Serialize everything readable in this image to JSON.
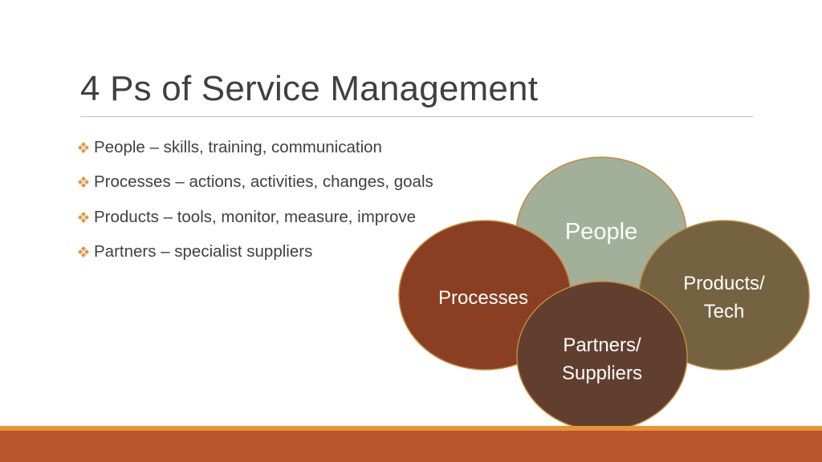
{
  "slide": {
    "title": "4 Ps of Service Management",
    "bullets": [
      {
        "text": "People – skills, training, communication"
      },
      {
        "text": "Processes – actions, activities, changes, goals"
      },
      {
        "text": "Products – tools, monitor, measure, improve"
      },
      {
        "text": "Partners – specialist suppliers"
      }
    ],
    "bullet_icon": "diamond-cluster-icon",
    "bullet_color": "#e8933a"
  },
  "diagram": {
    "circles": {
      "people": {
        "line1": "People",
        "color": "#a2b09a"
      },
      "processes": {
        "line1": "Processes",
        "color": "#8a3f22"
      },
      "products": {
        "line1": "Products/",
        "line2": "Tech",
        "color": "#746241"
      },
      "partners": {
        "line1": "Partners/",
        "line2": "Suppliers",
        "color": "#613f2f"
      }
    },
    "outline_color": "#c48a3a",
    "text_color": "#ffffff"
  },
  "footer": {
    "bar_color": "#b8552a",
    "accent_color": "#e8933a"
  }
}
